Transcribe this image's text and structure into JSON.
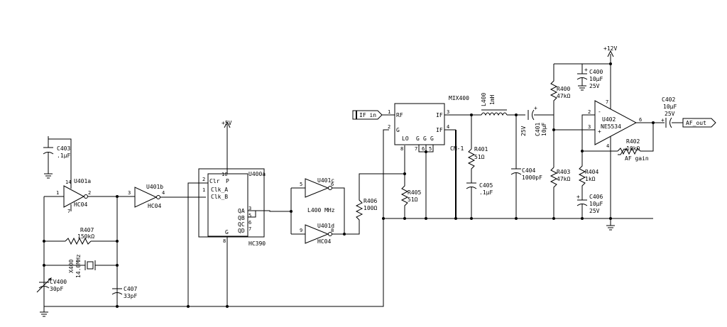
{
  "rails": {
    "v5": "+5V",
    "v12": "+12V"
  },
  "crystal_section": {
    "c403": {
      "ref": "C403",
      "value": ".1µF"
    },
    "u401a": {
      "ref": "U401a",
      "part": "HC04",
      "pin_vcc": "14",
      "pin_gnd": "7",
      "pin_in": "1",
      "pin_out": "2"
    },
    "u401b": {
      "ref": "U401b",
      "part": "HC04",
      "pin_in": "3",
      "pin_out": "4"
    },
    "r407": {
      "ref": "R407",
      "value": "150kΩ"
    },
    "x400": {
      "ref": "X400",
      "value": "14.0MHz"
    },
    "cv400": {
      "ref": "CV400",
      "value": "30pF"
    },
    "c407": {
      "ref": "C407",
      "value": "33pF"
    }
  },
  "counter": {
    "ref": "U400a",
    "part": "HC390",
    "pins": {
      "p16": "16",
      "p2": "2",
      "p1": "1",
      "p3": "3",
      "p5": "5",
      "p6": "6",
      "p7": "7",
      "p8": "8"
    },
    "labels": {
      "clr": "Clr",
      "p": "P",
      "clka": "Clk_A",
      "clkb": "Clk_B",
      "qa": "QA",
      "qb": "QB",
      "qc": "QC",
      "qd": "QD",
      "g": "G"
    }
  },
  "driver": {
    "u401c": {
      "ref": "U401c",
      "pin_in": "5",
      "pin_out": "6"
    },
    "u401d": {
      "ref": "U401d",
      "part": "HC04",
      "pin_in": "9",
      "pin_out": "8"
    },
    "lo_label": "L400 MHz",
    "r406": {
      "ref": "R406",
      "value": "100Ω"
    },
    "r405": {
      "ref": "R405",
      "value": "51Ω"
    }
  },
  "mixer": {
    "ref": "MIX400",
    "in_label": "IF in",
    "pins": {
      "rf": "RF",
      "g": "G",
      "lo": "LO",
      "if1": "IF",
      "if2": "IF",
      "g7": "G",
      "g6": "G",
      "g5": "G"
    },
    "pin_nums": {
      "p1": "1",
      "p2": "2",
      "p3": "3",
      "p4": "4",
      "p8": "8",
      "p7": "7",
      "p6": "6",
      "p5": "5"
    },
    "cm": "CM-1"
  },
  "filter": {
    "l400": {
      "ref": "L400",
      "value": "1mH"
    },
    "r401": {
      "ref": "R401",
      "value": "51Ω"
    },
    "c405": {
      "ref": "C405",
      "value": ".1µF"
    },
    "c404": {
      "ref": "C404",
      "value": "1000pF"
    },
    "c401": {
      "ref": "C401",
      "value": "10µF",
      "voltage": "25V"
    }
  },
  "amplifier": {
    "c400": {
      "ref": "C400",
      "value": "10µF",
      "voltage": "25V"
    },
    "r400": {
      "ref": "R400",
      "value": "47kΩ"
    },
    "r403": {
      "ref": "R403",
      "value": "47kΩ"
    },
    "r404": {
      "ref": "R404",
      "value": "1kΩ"
    },
    "c406": {
      "ref": "C406",
      "value": "10µF",
      "voltage": "25V"
    },
    "u402": {
      "ref": "U402",
      "part": "NE5534",
      "pin_inv": "2",
      "pin_noninv": "3",
      "pin_vcc": "7",
      "pin_gnd": "4",
      "pin_out": "6",
      "minus": "-",
      "plus": "+"
    },
    "r402": {
      "ref": "R402",
      "value": "10kΩ",
      "note": "AF gain"
    },
    "c402": {
      "ref": "C402",
      "value": "10µF",
      "voltage": "25V"
    },
    "out_label": "AF_out",
    "plus_sign": "+"
  }
}
